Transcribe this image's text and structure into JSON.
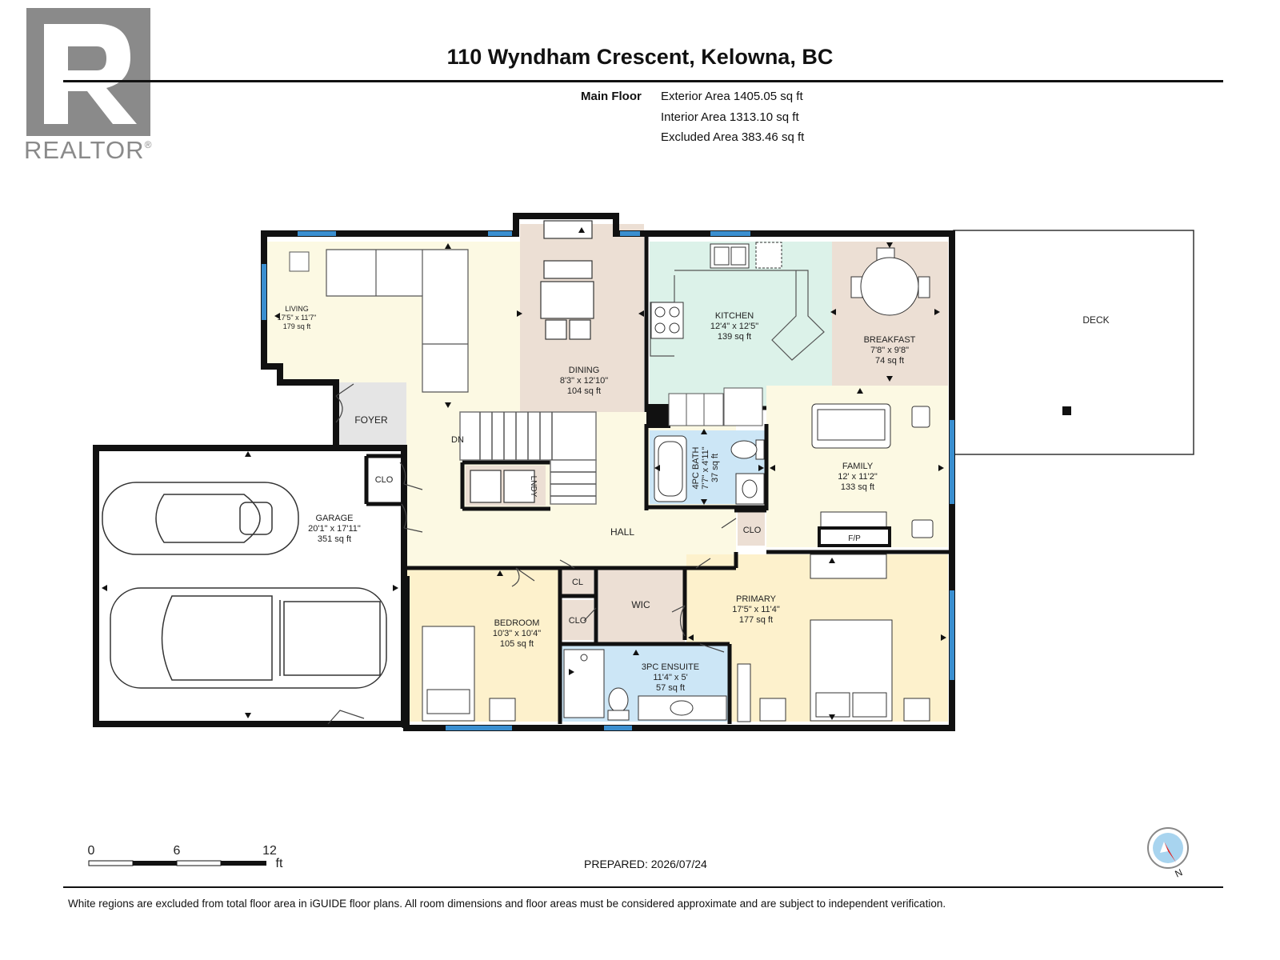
{
  "header": {
    "title": "110 Wyndham Crescent, Kelowna, BC",
    "floor_label": "Main Floor",
    "areas": [
      "Exterior Area 1405.05 sq ft",
      "Interior Area 1313.10 sq ft",
      "Excluded Area 383.46 sq ft"
    ]
  },
  "logo": {
    "wordmark": "REALTOR",
    "mark": "®",
    "letter": "R"
  },
  "rooms": {
    "living": {
      "name": "LIVING",
      "dims": "17'5\" x 11'7\"",
      "area": "179 sq ft"
    },
    "dining": {
      "name": "DINING",
      "dims": "8'3\" x 12'10\"",
      "area": "104 sq ft"
    },
    "kitchen": {
      "name": "KITCHEN",
      "dims": "12'4\" x 12'5\"",
      "area": "139 sq ft"
    },
    "breakfast": {
      "name": "BREAKFAST",
      "dims": "7'8\" x 9'8\"",
      "area": "74 sq ft"
    },
    "family": {
      "name": "FAMILY",
      "dims": "12' x 11'2\"",
      "area": "133 sq ft"
    },
    "garage": {
      "name": "GARAGE",
      "dims": "20'1\" x 17'11\"",
      "area": "351 sq ft"
    },
    "bedroom": {
      "name": "BEDROOM",
      "dims": "10'3\" x 10'4\"",
      "area": "105 sq ft"
    },
    "primary": {
      "name": "PRIMARY",
      "dims": "17'5\" x 11'4\"",
      "area": "177 sq ft"
    },
    "ensuite": {
      "name": "3PC ENSUITE",
      "dims": "11'4\" x 5'",
      "area": "57 sq ft"
    },
    "bath": {
      "name": "4PC BATH",
      "dims": "7'7\" x 4'11\"",
      "area": "37 sq ft"
    }
  },
  "labels": {
    "deck": "DECK",
    "foyer": "FOYER",
    "hall": "HALL",
    "wic": "WIC",
    "cl": "CL",
    "clo": "CLO",
    "dn": "DN",
    "lndy": "LNDY",
    "fp": "F/P"
  },
  "scale": {
    "ticks": [
      "0",
      "6",
      "12"
    ],
    "unit": "ft"
  },
  "compass": {
    "letter": "N"
  },
  "footer": {
    "prepared": "PREPARED: 2026/07/24",
    "disclaimer": "White regions are excluded from total floor area in iGUIDE floor plans. All room dimensions and floor areas must be considered approximate and are subject to independent verification."
  },
  "colors": {
    "living": "#fcf9e3",
    "dining": "#ecdfd4",
    "kitchen": "#dcf2e9",
    "breakfast": "#ecdfd4",
    "family": "#fcf9e3",
    "bedroom": "#fdf1cc",
    "primary": "#fdf1cc",
    "bath": "#cce6f6",
    "closet": "#ecdfd4",
    "foyer": "#e5e5e5",
    "wall": "#111111",
    "window": "#3a8fd0",
    "compass": "#e02020",
    "logo": "#8a8a8a"
  }
}
